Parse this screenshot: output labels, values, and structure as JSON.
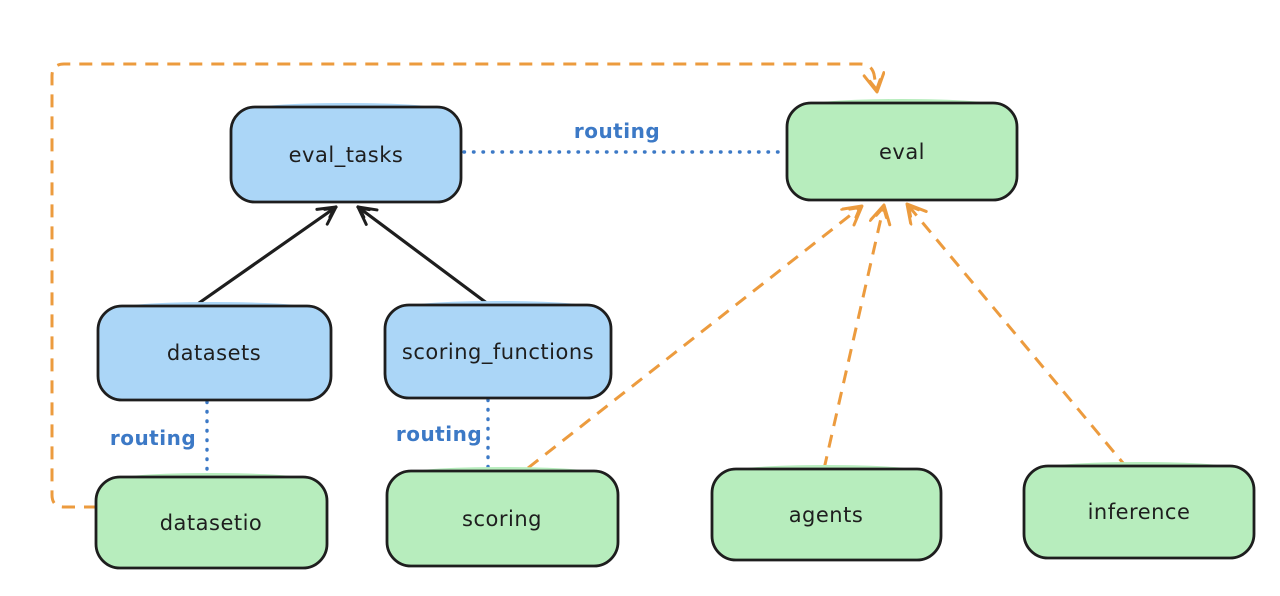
{
  "diagram": {
    "background": "#ffffff",
    "nodes": {
      "eval_tasks": {
        "label": "eval_tasks",
        "fill": "#abd6f7",
        "stroke": "#1e1e1e"
      },
      "eval": {
        "label": "eval",
        "fill": "#b7edbd",
        "stroke": "#1e1e1e"
      },
      "datasets": {
        "label": "datasets",
        "fill": "#abd6f7",
        "stroke": "#1e1e1e"
      },
      "scoring_functions": {
        "label": "scoring_functions",
        "fill": "#abd6f7",
        "stroke": "#1e1e1e"
      },
      "datasetio": {
        "label": "datasetio",
        "fill": "#b7edbd",
        "stroke": "#1e1e1e"
      },
      "scoring": {
        "label": "scoring",
        "fill": "#b7edbd",
        "stroke": "#1e1e1e"
      },
      "agents": {
        "label": "agents",
        "fill": "#b7edbd",
        "stroke": "#1e1e1e"
      },
      "inference": {
        "label": "inference",
        "fill": "#b7edbd",
        "stroke": "#1e1e1e"
      }
    },
    "edge_labels": {
      "routing_top": "routing",
      "routing_datasetio": "routing",
      "routing_scoring": "routing"
    },
    "colors": {
      "black_arrow": "#1e1e1e",
      "orange_arrow": "#ec9b3e",
      "routing_blue": "#3c79c6"
    },
    "edges": [
      {
        "from": "datasets",
        "to": "eval_tasks",
        "style": "solid",
        "color": "#1e1e1e",
        "arrow": true
      },
      {
        "from": "scoring_functions",
        "to": "eval_tasks",
        "style": "solid",
        "color": "#1e1e1e",
        "arrow": true
      },
      {
        "from": "eval_tasks",
        "to": "eval",
        "style": "dotted",
        "color": "#3c79c6",
        "label": "routing"
      },
      {
        "from": "datasets",
        "to": "datasetio",
        "style": "dotted",
        "color": "#3c79c6",
        "label": "routing"
      },
      {
        "from": "scoring_functions",
        "to": "scoring",
        "style": "dotted",
        "color": "#3c79c6",
        "label": "routing"
      },
      {
        "from": "datasetio",
        "to": "eval",
        "style": "dashed",
        "color": "#ec9b3e",
        "arrow": true
      },
      {
        "from": "scoring",
        "to": "eval",
        "style": "dashed",
        "color": "#ec9b3e",
        "arrow": true
      },
      {
        "from": "agents",
        "to": "eval",
        "style": "dashed",
        "color": "#ec9b3e",
        "arrow": true
      },
      {
        "from": "inference",
        "to": "eval",
        "style": "dashed",
        "color": "#ec9b3e",
        "arrow": true
      }
    ]
  }
}
